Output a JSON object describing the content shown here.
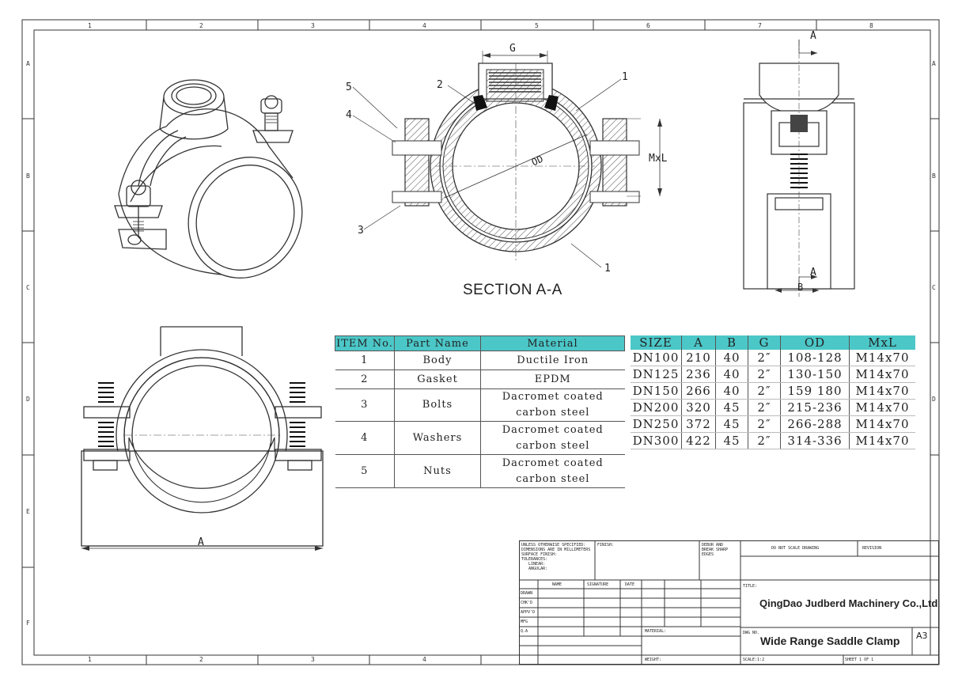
{
  "frame": {
    "zone_numbers": [
      "1",
      "2",
      "3",
      "4",
      "5",
      "6",
      "7",
      "8"
    ],
    "zone_letters": [
      "A",
      "B",
      "C",
      "D",
      "E",
      "F"
    ]
  },
  "section_title": "SECTION A-A",
  "callouts": {
    "left_5": "5",
    "left_4": "4",
    "left_3": "3",
    "top_2": "2",
    "right_1_top": "1",
    "right_1_bottom": "1",
    "g_label": "G",
    "od_label": "OD",
    "mxl_label": "MxL",
    "section_a_top": "A",
    "section_a_bottom": "A",
    "b_label": "B",
    "a_dim": "A"
  },
  "parts_table": {
    "headers": [
      "ITEM No.",
      "Part Name",
      "Material"
    ],
    "rows": [
      {
        "item": "1",
        "name": "Body",
        "material_1": "Ductile Iron",
        "material_2": ""
      },
      {
        "item": "2",
        "name": "Gasket",
        "material_1": "EPDM",
        "material_2": ""
      },
      {
        "item": "3",
        "name": "Bolts",
        "material_1": "Dacromet coated",
        "material_2": "carbon steel"
      },
      {
        "item": "4",
        "name": "Washers",
        "material_1": "Dacromet coated",
        "material_2": "carbon steel"
      },
      {
        "item": "5",
        "name": "Nuts",
        "material_1": "Dacromet coated",
        "material_2": "carbon steel"
      }
    ]
  },
  "size_table": {
    "headers": [
      "SIZE",
      "A",
      "B",
      "G",
      "OD",
      "MxL"
    ],
    "rows": [
      [
        "DN100",
        "210",
        "40",
        "2″",
        "108-128",
        "M14x70"
      ],
      [
        "DN125",
        "236",
        "40",
        "2″",
        "130-150",
        "M14x70"
      ],
      [
        "DN150",
        "266",
        "40",
        "2″",
        "159 180",
        "M14x70"
      ],
      [
        "DN200",
        "320",
        "45",
        "2″",
        "215-236",
        "M14x70"
      ],
      [
        "DN250",
        "372",
        "45",
        "2″",
        "266-288",
        "M14x70"
      ],
      [
        "DN300",
        "422",
        "45",
        "2″",
        "314-336",
        "M14x70"
      ]
    ]
  },
  "title_block": {
    "notes": "UNLESS OTHERWISE SPECIFIED:\nDIMENSIONS ARE IN MILLIMETERS\nSURFACE FINISH:\nTOLERANCES:\n   LINEAR:\n   ANGULAR:",
    "finish": "FINISH:",
    "deburr": "DEBUR AND\nBREAK SHARP\nEDGES",
    "do_not_scale": "DO NOT SCALE DRAWING",
    "revision": "REVISION",
    "col_name": "NAME",
    "col_signature": "SIGNATURE",
    "col_date": "DATE",
    "row_labels": [
      "DRAWN",
      "CHK'D",
      "APPV'D",
      "MFG",
      "Q.A"
    ],
    "title_label": "TITLE:",
    "company": "QingDao Judberd Machinery Co.,Ltd",
    "material_label": "MATERIAL:",
    "dwg_label": "DWG NO.",
    "drawing_name": "Wide Range Saddle Clamp",
    "sheet_size": "A3",
    "weight_label": "WEIGHT:",
    "scale_label": "SCALE:1:2",
    "sheet_label": "SHEET 1 OF 1"
  }
}
